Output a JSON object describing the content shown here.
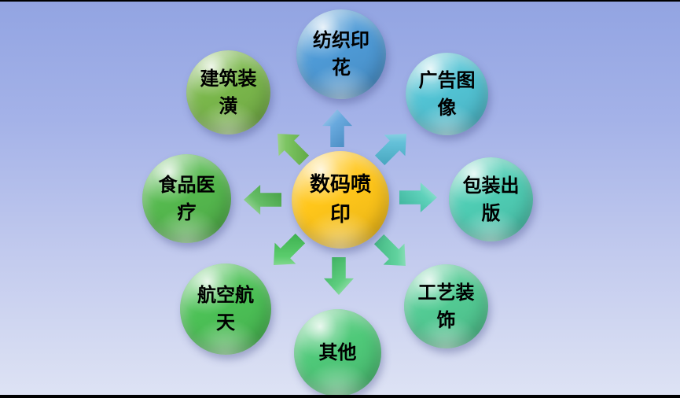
{
  "diagram": {
    "center": {
      "name": "digital-inkjet-printing",
      "line1": "数码喷",
      "line2": "印",
      "color": "#FFC violation"
    },
    "center_node": {
      "line1": "数码喷",
      "line2": "印",
      "color": "#FFC61A"
    },
    "nodes": [
      {
        "name": "textile-printing",
        "line1": "纺织印",
        "line2": "花",
        "color": "#4E9AD6",
        "arrow_color": "#4E9AD8",
        "direction": "up"
      },
      {
        "name": "advertising-image",
        "line1": "广告图",
        "line2": "像",
        "color": "#52C3D4",
        "arrow_color": "#49B6D2",
        "direction": "up-right"
      },
      {
        "name": "packaging-publishing",
        "line1": "包装出",
        "line2": "版",
        "color": "#4FCDB4",
        "arrow_color": "#42C9AE",
        "direction": "right"
      },
      {
        "name": "craft-decoration",
        "line1": "工艺装",
        "line2": "饰",
        "color": "#53CB94",
        "arrow_color": "#45CA8D",
        "direction": "down-right"
      },
      {
        "name": "others",
        "line1": "其他",
        "line2": "",
        "color": "#4FC979",
        "arrow_color": "#41C468",
        "direction": "down"
      },
      {
        "name": "aerospace",
        "line1": "航空航",
        "line2": "天",
        "color": "#4CC156",
        "arrow_color": "#3EC353",
        "direction": "down-left"
      },
      {
        "name": "food-medical",
        "line1": "食品医",
        "line2": "疗",
        "color": "#55B94E",
        "arrow_color": "#4BB24B",
        "direction": "left"
      },
      {
        "name": "building-decoration",
        "line1": "建筑装",
        "line2": "潢",
        "color": "#7AB74B",
        "arrow_color": "#66BA47",
        "direction": "up-left"
      }
    ]
  },
  "colors": {
    "background_top": "#92A4E2",
    "background_bottom": "#DEE3F4",
    "text": "#000000",
    "frame": "#000000"
  }
}
